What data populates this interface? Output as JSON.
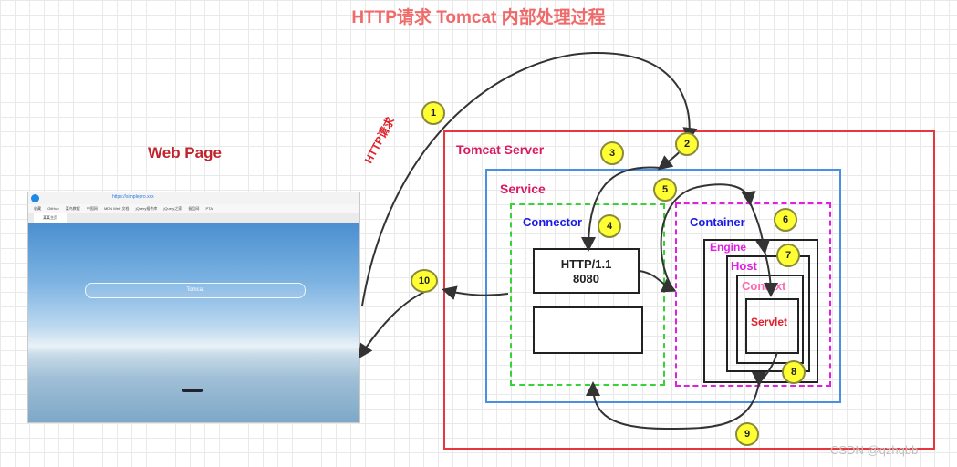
{
  "title": "HTTP请求 Tomcat 内部处理过程",
  "web_page_label": "Web Page",
  "http_request_label": "HTTP请求",
  "browser": {
    "url": "https://simplepro.xxx",
    "tab_label": "某某主页",
    "search_text": "Tomcat",
    "bookmarks": [
      "收藏",
      "GitHub",
      "菜鸟教程",
      "中国网",
      "MDN Web 文档",
      "jQuery插件库",
      "jQuery之家",
      "极品网",
      "PTA"
    ]
  },
  "boxes": {
    "tomcat_server": "Tomcat Server",
    "service": "Service",
    "connector": "Connector",
    "http_line1": "HTTP/1.1",
    "http_line2": "8080",
    "container": "Container",
    "engine": "Engine",
    "host": "Host",
    "context": "Context",
    "servlet": "Servlet"
  },
  "steps": [
    "1",
    "2",
    "3",
    "4",
    "5",
    "6",
    "7",
    "8",
    "9",
    "10"
  ],
  "watermark": "CSDN @qzhqbb",
  "colors": {
    "title": "#f06a6a",
    "tomcat_border": "#e8363f",
    "service_border": "#4a90e2",
    "connector_border": "#3ad13a",
    "container_border": "#e020e0",
    "step_badge": "#ffff33"
  }
}
